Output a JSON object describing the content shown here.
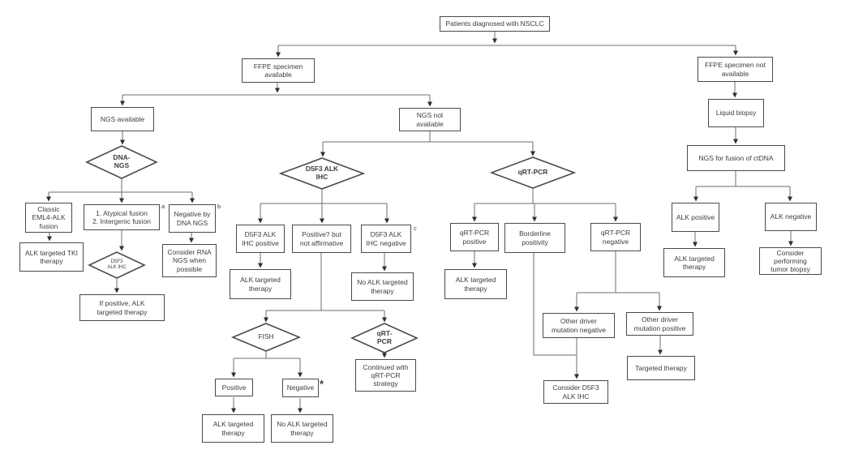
{
  "colors": {
    "box_border": "#4a4a4a",
    "text": "#3d3d3d",
    "line": "#6e6e6e"
  },
  "nodes": {
    "patients": {
      "label": "Patients diagnosed with NSCLC"
    },
    "ffpe_available": {
      "label": "FFPE specimen\navailable"
    },
    "ffpe_not_available": {
      "label": "FFPE specimen not\navailable"
    },
    "ngs_available": {
      "label": "NGS available"
    },
    "ngs_not_available": {
      "label": "NGS not\navailable"
    },
    "liquid_biopsy": {
      "label": "Liquid biopsy"
    },
    "ngs_ctdna": {
      "label": "NGS for fusion of ctDNA"
    },
    "dna_ngs": {
      "label": "DNA-\nNGS"
    },
    "classic_fusion": {
      "label": "Classic\nEML4-ALK\nfusion"
    },
    "atypical_fusion": {
      "label": "1. Atypical fusion\n2. Intergenic fusion"
    },
    "negative_dna_ngs": {
      "label": "Negative by\nDNA NGS"
    },
    "alk_tki_therapy": {
      "label": "ALK targeted TKI\ntherapy"
    },
    "d5f3_small": {
      "label": "D5F3\nALK IHC"
    },
    "consider_rna_ngs": {
      "label": "Consider RNA\nNGS when\npossible"
    },
    "if_positive_alk": {
      "label": "If positive, ALK\ntargeted therapy"
    },
    "d5f3_ihc": {
      "label": "D5F3 ALK\nIHC"
    },
    "ihc_positive": {
      "label": "D5F3 ALK\nIHC positive"
    },
    "positive_not_affirmative": {
      "label": "Positive? but\nnot affirmative"
    },
    "ihc_negative": {
      "label": "D5F3 ALK\nIHC negative"
    },
    "alk_therapy_1": {
      "label": "ALK targeted\ntherapy"
    },
    "no_alk_therapy_1": {
      "label": "No ALK targeted\ntherapy"
    },
    "fish": {
      "label": "FISH"
    },
    "qrtpcr_mid": {
      "label": "qRT-\nPCR"
    },
    "continued_qrtpcr": {
      "label": "Continued with\nqRT-PCR\nstrategy"
    },
    "fish_positive": {
      "label": "Positive"
    },
    "fish_negative": {
      "label": "Negative"
    },
    "alk_therapy_2": {
      "label": "ALK targeted\ntherapy"
    },
    "no_alk_therapy_2": {
      "label": "No ALK targeted\ntherapy"
    },
    "qrtpcr": {
      "label": "qRT-PCR"
    },
    "qrtpcr_positive": {
      "label": "qRT-PCR\npositive"
    },
    "borderline": {
      "label": "Borderline\npositivity"
    },
    "qrtpcr_negative": {
      "label": "qRT-PCR\nnegative"
    },
    "alk_therapy_3": {
      "label": "ALK targeted\ntherapy"
    },
    "other_driver_neg": {
      "label": "Other driver\nmutation negative"
    },
    "other_driver_pos": {
      "label": "Other driver\nmutation positive"
    },
    "targeted_therapy": {
      "label": "Targeted therapy"
    },
    "consider_d5f3": {
      "label": "Consider D5F3\nALK IHC"
    },
    "alk_positive": {
      "label": "ALK positive"
    },
    "alk_negative": {
      "label": "ALK negative"
    },
    "alk_therapy_4": {
      "label": "ALK targeted\ntherapy"
    },
    "consider_tumor_biopsy": {
      "label": "Consider\nperforming\ntumor biopsy"
    }
  },
  "marks": {
    "a": "a",
    "b": "b",
    "c": "c",
    "asterisk": "*"
  }
}
